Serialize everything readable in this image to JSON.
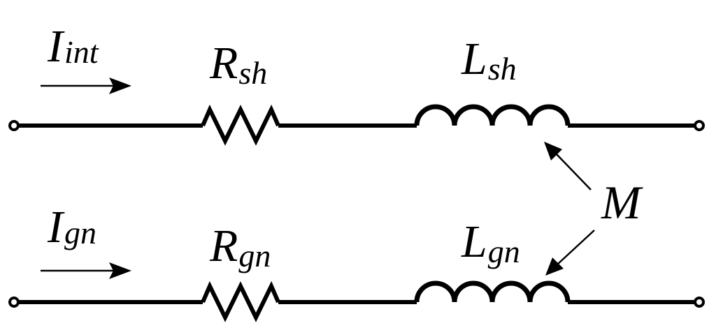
{
  "labels": {
    "current_top": {
      "main": "I",
      "sub": "int"
    },
    "current_bottom": {
      "main": "I",
      "sub": "gn"
    },
    "resistor_top": {
      "main": "R",
      "sub": "sh"
    },
    "resistor_bottom": {
      "main": "R",
      "sub": "gn"
    },
    "inductor_top": {
      "main": "L",
      "sub": "sh"
    },
    "inductor_bottom": {
      "main": "L",
      "sub": "gn"
    },
    "mutual": "M"
  }
}
